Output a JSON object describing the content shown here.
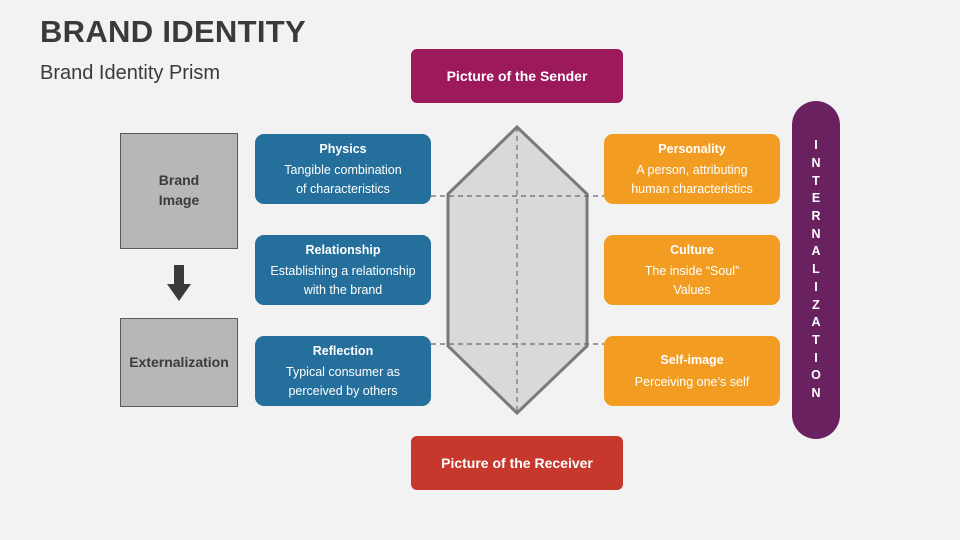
{
  "title": "BRAND IDENTITY",
  "subtitle": "Brand Identity Prism",
  "left_boxes": {
    "brand_image": "Brand Image",
    "externalization": "Externalization"
  },
  "sender": "Picture of the Sender",
  "receiver": "Picture of the Receiver",
  "left_cards": [
    {
      "head": "Physics",
      "text": "Tangible combination of characteristics"
    },
    {
      "head": "Relationship",
      "text": "Establishing a relationship with the brand"
    },
    {
      "head": "Reflection",
      "text": "Typical consumer as perceived by others"
    }
  ],
  "right_cards": [
    {
      "head": "Personality",
      "text": "A person, attributing human characteristics"
    },
    {
      "head": "Culture",
      "text": "The inside “Soul” Values"
    },
    {
      "head": "Self-image",
      "text": "Perceiving one’s self"
    }
  ],
  "internalization": "INTERNALIZATION",
  "colors": {
    "blue": "#256f9c",
    "orange": "#f29d22",
    "sender": "#9c1a5c",
    "receiver": "#c6372c",
    "internalization": "#6a2160",
    "gray_box": "#b7b7b7"
  }
}
